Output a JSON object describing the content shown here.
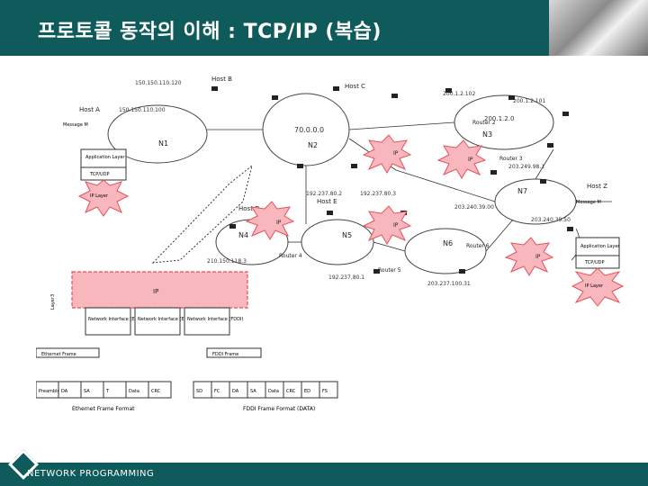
{
  "slide": {
    "title": "프로토콜 동작의 이해 : TCP/IP (복습)",
    "footer": "NETWORK PROGRAMMING"
  },
  "diagram": {
    "hosts": [
      "Host A",
      "Host B",
      "Host C",
      "Host D",
      "Host E",
      "Host Z"
    ],
    "networks": [
      "N1",
      "N2",
      "N3",
      "N4",
      "N5",
      "N6",
      "N7"
    ],
    "routers": [
      "Router 2",
      "Router 3",
      "Router 4",
      "Router 5",
      "Router 6"
    ],
    "addresses": [
      "150.150.110.120",
      "150.150.110.100",
      "200.1.2.102",
      "200.1.2.101",
      "200.1.2.0",
      "70.0.0.0",
      "192.237.80.2",
      "192.237.80.3",
      "203.240.39.00",
      "203.240.39.50",
      "203.249.98.1",
      "203.237.100.31",
      "210.150.118.3",
      "192.237.80.1"
    ],
    "stack_labels": {
      "application": "Application Layer",
      "tcpudp": "TCP/UDP",
      "ip": "IP",
      "ip_layer": "IP Layer",
      "netif_eth": "Network Interface (Ethernet)",
      "netif_eth2": "Network Interface (Ethernet)",
      "netif_fddi": "Network Interface (FDDI)",
      "layer_label": "Layer3",
      "message": "Message M"
    },
    "frames": {
      "ethernet_title": "Ethernet Frame",
      "fddi_title": "FDDI Frame",
      "ethernet_fields": [
        "Preamble",
        "DA",
        "SA",
        "T",
        "Data",
        "CRC"
      ],
      "fddi_fields": [
        "SD",
        "FC",
        "DA",
        "SA",
        "Data",
        "CRC",
        "ED",
        "FS"
      ],
      "ethernet_caption": "Ethernet Frame Format",
      "fddi_caption": "FDDI Frame Format (DATA)"
    }
  },
  "colors": {
    "header": "#0f5a5a",
    "highlight": "#e8505b",
    "highlight_fill": "#f7b7bd"
  }
}
